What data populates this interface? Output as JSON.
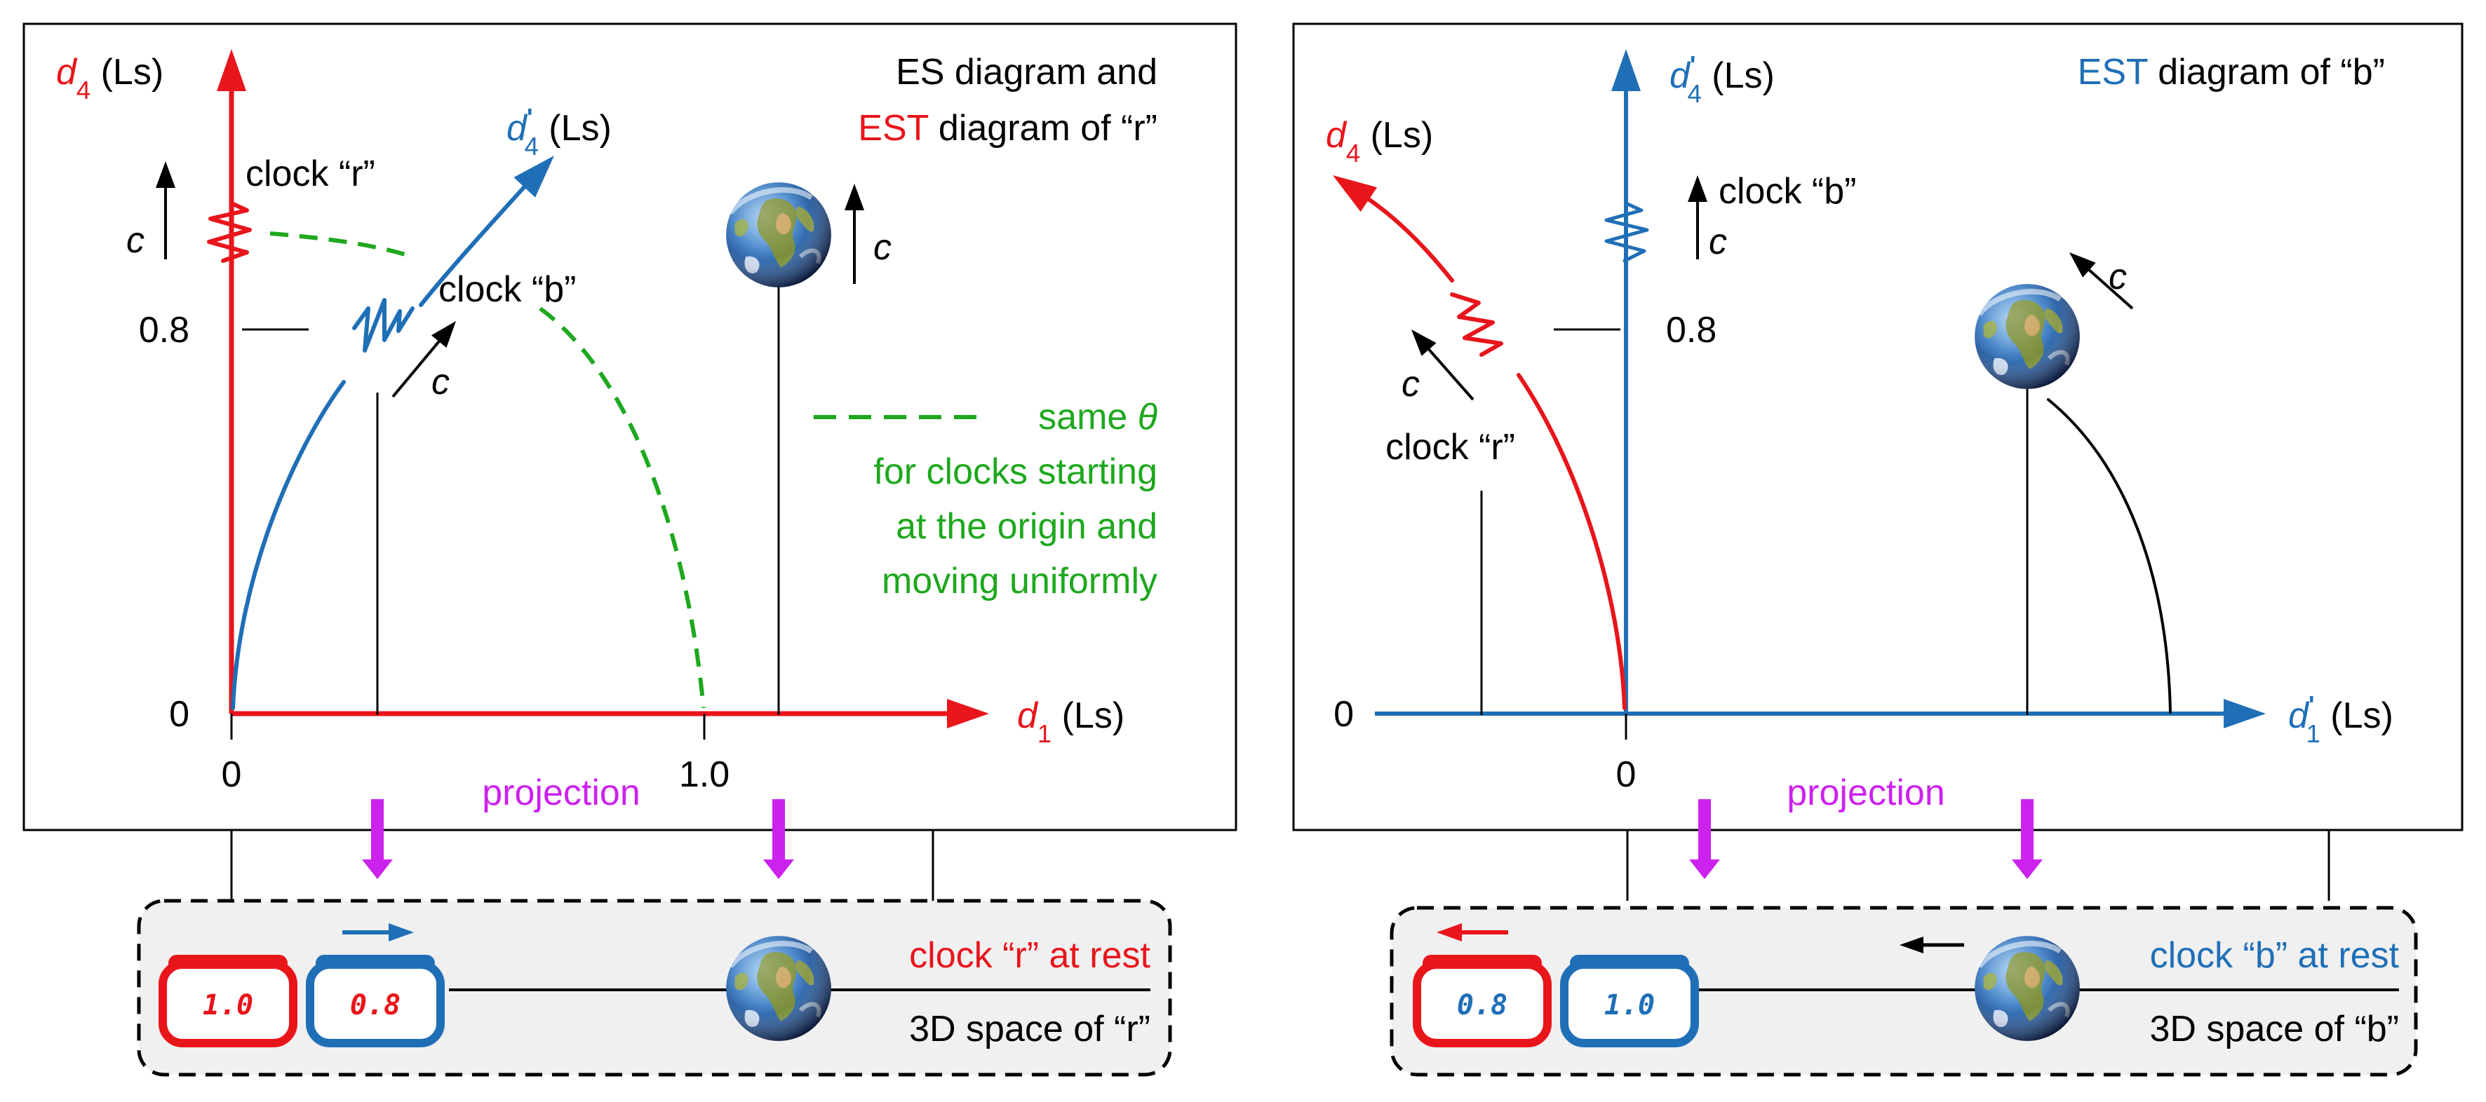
{
  "colors": {
    "red": "#e8151b",
    "blue": "#1f6fb7",
    "green": "#1ea81e",
    "magenta": "#cc22ee",
    "black": "#000000",
    "panel_bg": "#f0f0f0"
  },
  "left": {
    "title_line1": "ES diagram and",
    "title_line2_colored": "EST",
    "title_line2_rest": " diagram of “r”",
    "axis_y_symbol": "d",
    "axis_y_sub": "4",
    "axis_y_unit": " (Ls)",
    "axis_x_symbol": "d",
    "axis_x_sub": "1",
    "axis_x_unit": " (Ls)",
    "axis_b_symbol": "d",
    "axis_b_prime": "'",
    "axis_b_sub": "4",
    "axis_b_unit": " (Ls)",
    "clock_r_label": "clock “r”",
    "clock_b_label": "clock “b”",
    "c": "c",
    "tick_08": "0.8",
    "tick_0y": "0",
    "tick_0x": "0",
    "tick_10": "1.0",
    "green_line1": "same ",
    "green_theta": "θ",
    "green_line2": "for clocks starting",
    "green_line3": "at the origin and",
    "green_line4": "moving uniformly",
    "projection": "projection"
  },
  "right": {
    "title_colored": "EST",
    "title_rest": " diagram of “b”",
    "axis_y_symbol": "d",
    "axis_y_prime": "'",
    "axis_y_sub": "4",
    "axis_y_unit": " (Ls)",
    "axis_r_symbol": "d",
    "axis_r_sub": "4",
    "axis_r_unit": " (Ls)",
    "axis_x_symbol": "d",
    "axis_x_prime": "'",
    "axis_x_sub": "1",
    "axis_x_unit": " (Ls)",
    "clock_b_label": "clock “b”",
    "clock_r_label": "clock “r”",
    "c": "c",
    "tick_08": "0.8",
    "tick_0y": "0",
    "tick_0x": "0",
    "projection": "projection"
  },
  "bottom_left": {
    "status": "clock “r” at rest",
    "space": "3D space of “r”",
    "display_red": "1.0",
    "display_blue": "0.8"
  },
  "bottom_right": {
    "status": "clock “b” at rest",
    "space": "3D space of “b”",
    "display_red": "0.8",
    "display_blue": "1.0"
  }
}
